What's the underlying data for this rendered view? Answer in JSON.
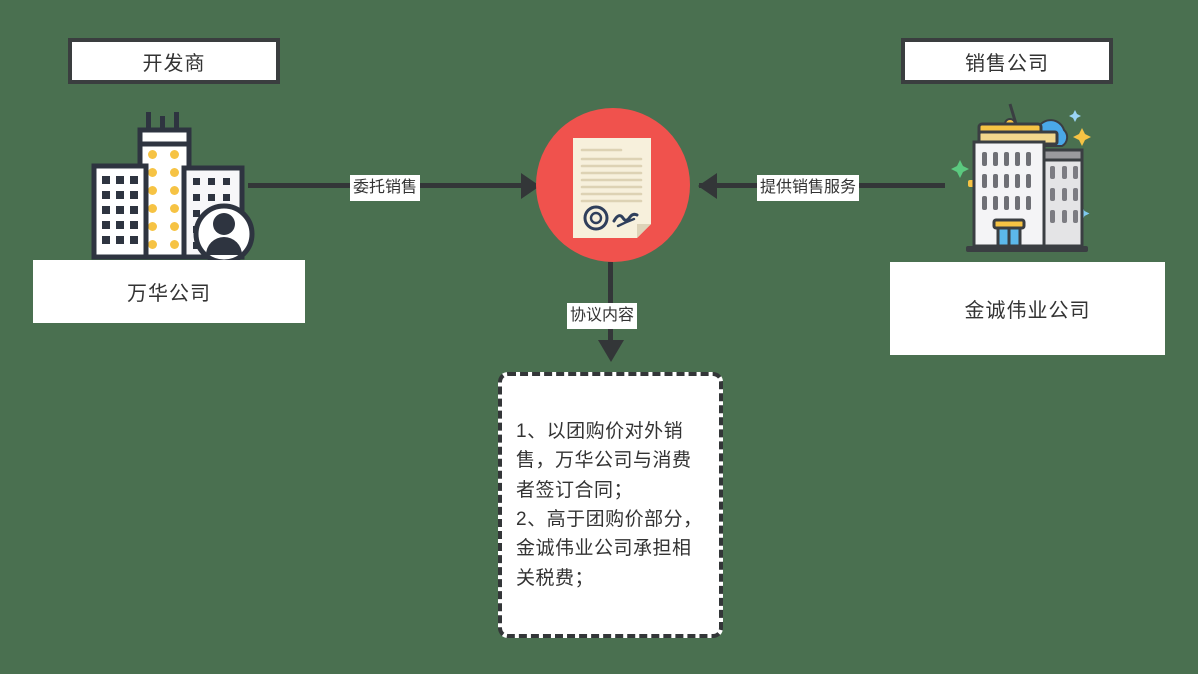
{
  "diagram": {
    "background_color": "#4a7050",
    "accent_color": "#f0524d",
    "line_color": "#333638",
    "nodes": {
      "developer_title": "开发商",
      "sales_title": "销售公司",
      "developer_name": "万华公司",
      "sales_name": "金诚伟业公司"
    },
    "edges": {
      "entrust_sales": "委托销售",
      "provide_sales_service": "提供销售服务",
      "agreement_content": "协议内容"
    },
    "terms": {
      "text": "1、以团购价对外销售，万华公司与消费者签订合同；\n2、高于团购价部分，金诚伟业公司承担相关税费；",
      "items": [
        "1、以团购价对外销售，万华公司与消费者签订合同；",
        "2、高于团购价部分，金诚伟业公司承担相关税费；"
      ]
    },
    "icons": {
      "center": "contract-document-icon",
      "left": "office-buildings-with-person-icon",
      "right": "office-building-icon"
    }
  }
}
